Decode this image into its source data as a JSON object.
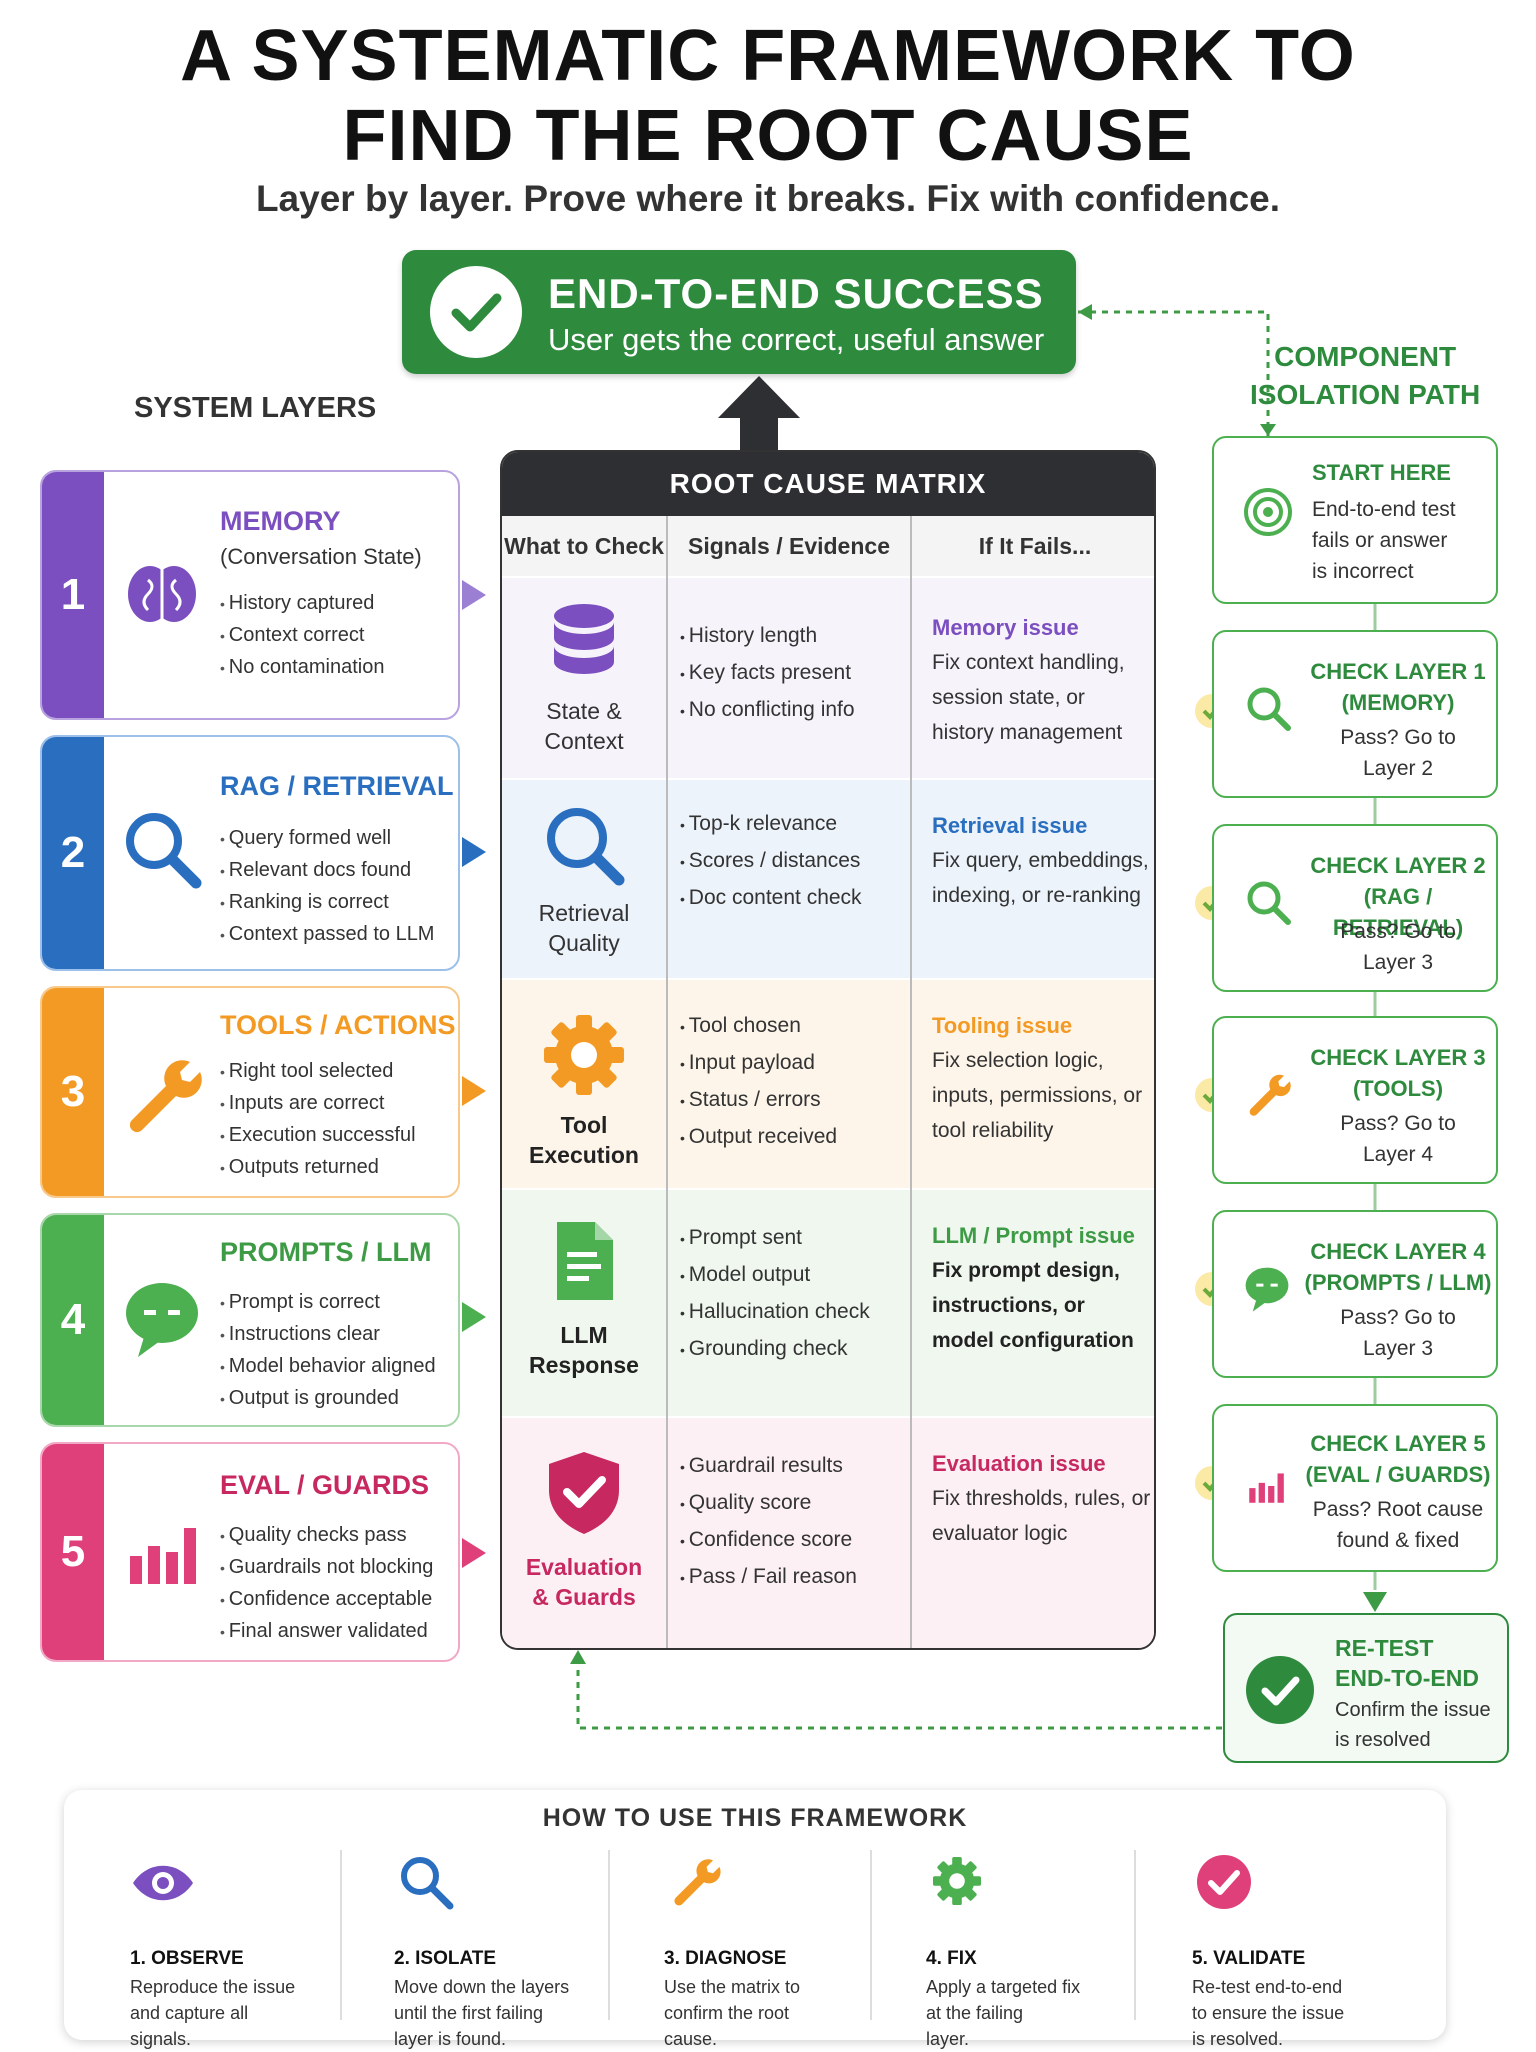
{
  "title": {
    "line1": "A SYSTEMATIC FRAMEWORK TO",
    "line2": "FIND THE ROOT CAUSE"
  },
  "subtitle": "Layer by layer. Prove where it breaks. Fix with confidence.",
  "success": {
    "title": "END-TO-END SUCCESS",
    "subtitle": "User gets the correct, useful answer",
    "icon": "check-circle-icon"
  },
  "layers_heading": "SYSTEM LAYERS",
  "layers": [
    {
      "num": "1",
      "title": "MEMORY",
      "subtitle": "(Conversation State)",
      "items": [
        "History captured",
        "Context correct",
        "No contamination"
      ],
      "color": "#7b4fbf",
      "icon": "brain-icon"
    },
    {
      "num": "2",
      "title": "RAG / RETRIEVAL",
      "subtitle": "",
      "items": [
        "Query formed well",
        "Relevant docs found",
        "Ranking is correct",
        "Context passed to LLM"
      ],
      "color": "#2a6fbf",
      "icon": "magnifier-icon"
    },
    {
      "num": "3",
      "title": "TOOLS / ACTIONS",
      "subtitle": "",
      "items": [
        "Right tool selected",
        "Inputs are correct",
        "Execution successful",
        "Outputs returned"
      ],
      "color": "#f39a25",
      "icon": "wrench-icon"
    },
    {
      "num": "4",
      "title": "PROMPTS / LLM",
      "subtitle": "",
      "items": [
        "Prompt is correct",
        "Instructions clear",
        "Model behavior aligned",
        "Output is grounded"
      ],
      "color": "#4caf50",
      "icon": "chat-bubble-icon"
    },
    {
      "num": "5",
      "title": "EVAL / GUARDS",
      "subtitle": "",
      "items": [
        "Quality checks pass",
        "Guardrails not blocking",
        "Confidence acceptable",
        "Final answer validated"
      ],
      "color": "#e0407a",
      "icon": "bar-chart-icon"
    }
  ],
  "matrix": {
    "title": "ROOT CAUSE MATRIX",
    "columns": [
      "What to Check",
      "Signals / Evidence",
      "If It Fails..."
    ],
    "rows": [
      {
        "what": [
          "State &",
          "Context"
        ],
        "signals": [
          "History length",
          "Key facts present",
          "No conflicting info"
        ],
        "fail_title": "Memory issue",
        "fail_desc": "Fix context handling, session state, or history management",
        "color": "#7b4fbf",
        "bg": "#f6f3fb",
        "icon": "database-icon"
      },
      {
        "what": [
          "Retrieval",
          "Quality"
        ],
        "signals": [
          "Top-k relevance",
          "Scores / distances",
          "Doc content check"
        ],
        "fail_title": "Retrieval issue",
        "fail_desc": "Fix query, embeddings, indexing, or re-ranking",
        "color": "#2a6fbf",
        "bg": "#edf3fb",
        "icon": "magnifier-icon"
      },
      {
        "what": [
          "Tool",
          "Execution"
        ],
        "signals": [
          "Tool chosen",
          "Input payload",
          "Status / errors",
          "Output received"
        ],
        "fail_title": "Tooling issue",
        "fail_desc": "Fix selection logic, inputs, permissions, or tool reliability",
        "color": "#f39a25",
        "bg": "#fdf5ea",
        "icon": "gear-icon"
      },
      {
        "what": [
          "LLM",
          "Response"
        ],
        "signals": [
          "Prompt sent",
          "Model output",
          "Hallucination check",
          "Grounding check"
        ],
        "fail_title": "LLM / Prompt issue",
        "fail_desc": "Fix prompt design, instructions, or model configuration",
        "color": "#3e9b45",
        "bg": "#eff7ef",
        "icon": "document-icon"
      },
      {
        "what": [
          "Evaluation",
          "& Guards"
        ],
        "signals": [
          "Guardrail results",
          "Quality score",
          "Confidence score",
          "Pass / Fail reason"
        ],
        "fail_title": "Evaluation issue",
        "fail_desc": "Fix thresholds, rules, or evaluator logic",
        "color": "#c7285f",
        "bg": "#fcf0f4",
        "icon": "shield-check-icon"
      }
    ]
  },
  "path": {
    "heading": [
      "COMPONENT",
      "ISOLATION PATH"
    ],
    "start": {
      "title": "START HERE",
      "desc": [
        "End-to-end test",
        "fails or answer",
        "is incorrect"
      ],
      "icon": "target-icon"
    },
    "checks": [
      {
        "title": [
          "CHECK LAYER 1",
          "(MEMORY)"
        ],
        "desc": [
          "Pass? Go to",
          "Layer 2"
        ],
        "icon": "magnifier-icon"
      },
      {
        "title": [
          "CHECK LAYER 2",
          "(RAG / RETRIEVAL)"
        ],
        "desc": [
          "Pass? Go to",
          "Layer 3"
        ],
        "icon": "magnifier-icon"
      },
      {
        "title": [
          "CHECK LAYER 3",
          "(TOOLS)"
        ],
        "desc": [
          "Pass? Go to",
          "Layer 4"
        ],
        "icon": "wrench-icon"
      },
      {
        "title": [
          "CHECK LAYER 4",
          "(PROMPTS / LLM)"
        ],
        "desc": [
          "Pass? Go to",
          "Layer 3"
        ],
        "icon": "chat-bubble-icon"
      },
      {
        "title": [
          "CHECK LAYER 5",
          "(EVAL / GUARDS)"
        ],
        "desc": [
          "Pass? Root cause",
          "found & fixed"
        ],
        "icon": "bar-chart-icon"
      }
    ],
    "retest": {
      "title": [
        "RE-TEST",
        "END-TO-END"
      ],
      "desc": [
        "Confirm the issue",
        "is resolved"
      ],
      "icon": "check-circle-icon"
    }
  },
  "howto": {
    "title": "HOW TO USE THIS FRAMEWORK",
    "steps": [
      {
        "title": "1. OBSERVE",
        "desc": [
          "Reproduce the issue",
          "and capture all",
          "signals."
        ],
        "icon": "eye-icon",
        "color": "#7b4fbf"
      },
      {
        "title": "2. ISOLATE",
        "desc": [
          "Move down the layers",
          "until the first failing",
          "layer is found."
        ],
        "icon": "magnifier-icon",
        "color": "#2a6fbf"
      },
      {
        "title": "3. DIAGNOSE",
        "desc": [
          "Use the matrix to",
          "confirm the root",
          "cause."
        ],
        "icon": "wrench-icon",
        "color": "#f39a25"
      },
      {
        "title": "4. FIX",
        "desc": [
          "Apply a targeted fix",
          "at the failing",
          "layer."
        ],
        "icon": "gear-icon",
        "color": "#4caf50"
      },
      {
        "title": "5. VALIDATE",
        "desc": [
          "Re-test end-to-end",
          "to ensure the issue",
          "is resolved."
        ],
        "icon": "check-circle-icon",
        "color": "#e0407a"
      }
    ]
  }
}
